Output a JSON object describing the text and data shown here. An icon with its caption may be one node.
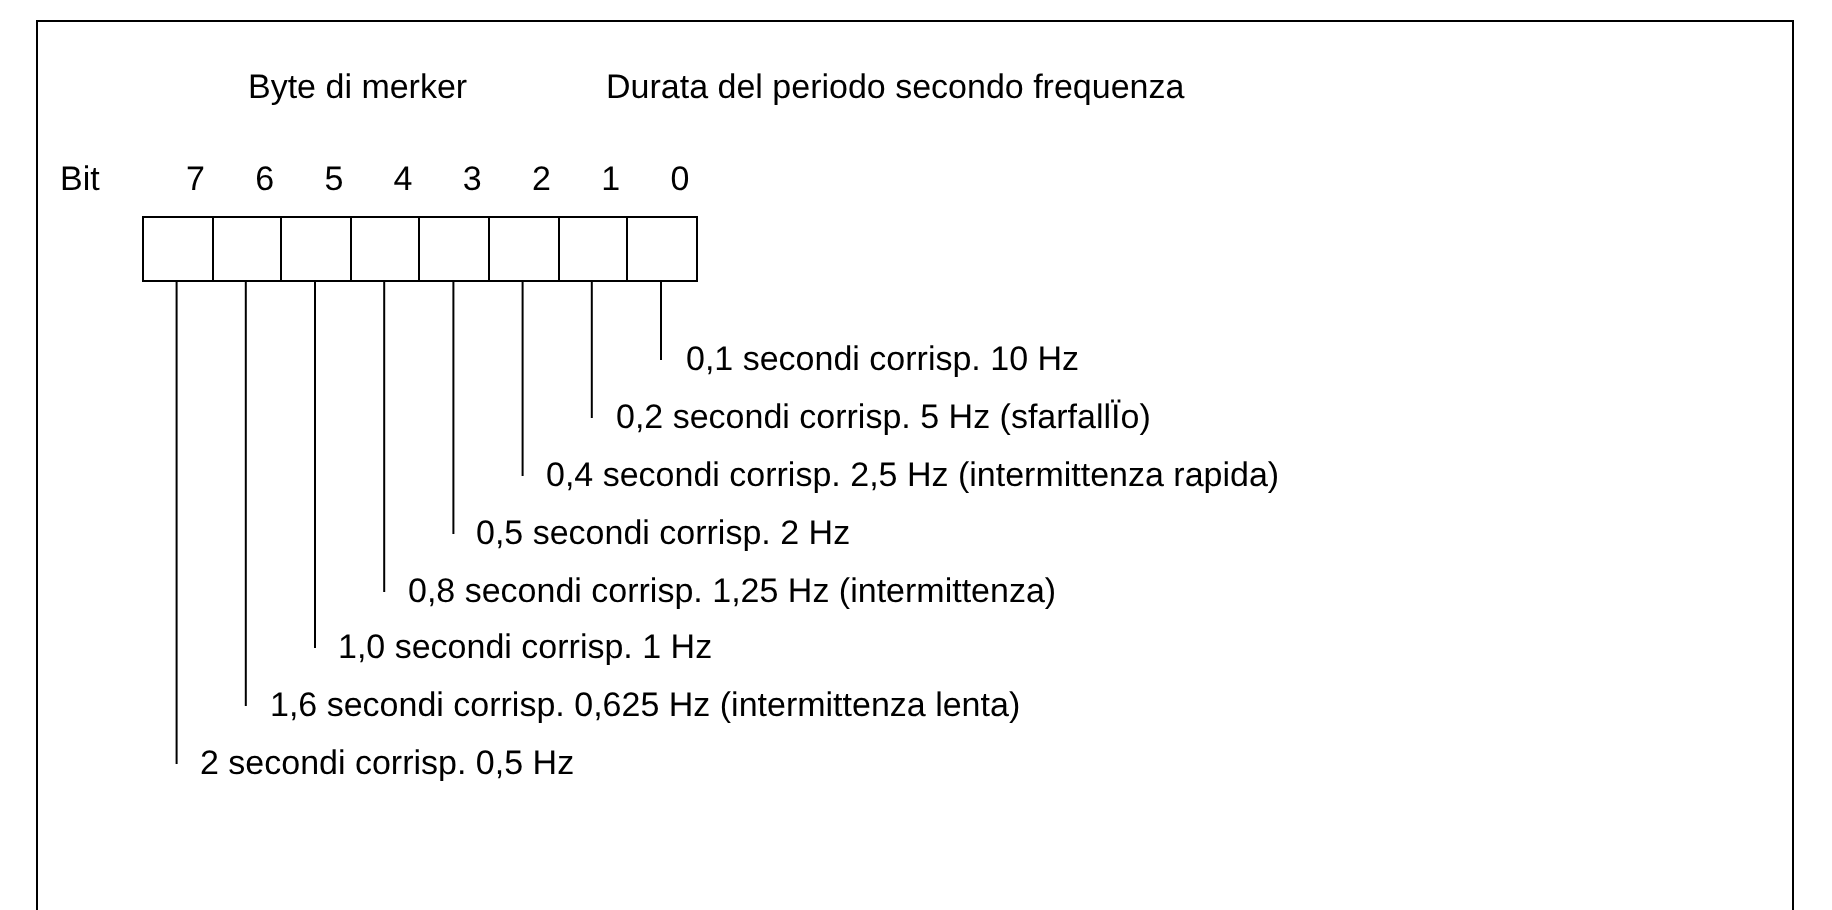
{
  "diagram": {
    "nodes": [
      {
        "text": [],
        "shape": "box"
      },
      {
        "text": [],
        "shape": "box"
      },
      {
        "text": [],
        "shape": "box"
      },
      {
        "text": [],
        "shape": "box"
      },
      {
        "text": [],
        "shape": "box"
      },
      {
        "text": [],
        "shape": "box"
      },
      {
        "text": [],
        "shape": "box"
      },
      {
        "text": [],
        "shape": "box"
      },
      {
        "text": [
          "0,1 secondi corrisp. 10 Hz"
        ]
      },
      {
        "text": [
          "0,2 secondi corrisp. 5 Hz (sfarfallÏo)"
        ]
      },
      {
        "text": [
          "0,4 secondi corrisp. 2,5 Hz (intermittenza rapida)"
        ]
      },
      {
        "text": [
          "0,5 secondi corrisp. 2 Hz"
        ]
      },
      {
        "text": [
          "0,8 secondi corrisp. 1,25 Hz (intermittenza)"
        ]
      },
      {
        "text": [
          "1,0 secondi corrisp. 1 Hz"
        ]
      },
      {
        "text": [
          "1,6 secondi corrisp. 0,625 Hz (intermittenza lenta)"
        ]
      },
      {
        "text": [
          "2 secondi corrisp. 0,5 Hz"
        ]
      }
    ],
    "edges": [
      {
        "from": 8,
        "to": 7,
        "arrow": "none"
      },
      {
        "from": 9,
        "to": 6,
        "arrow": "none"
      },
      {
        "from": 10,
        "to": 5,
        "arrow": "none"
      },
      {
        "from": 11,
        "to": 4,
        "arrow": "none"
      },
      {
        "from": 12,
        "to": 3,
        "arrow": "none"
      },
      {
        "from": 13,
        "to": 2,
        "arrow": "none"
      },
      {
        "from": 14,
        "to": 1,
        "arrow": "none"
      },
      {
        "from": 15,
        "to": 0,
        "arrow": "none"
      }
    ],
    "labels": [
      "Byte di merker",
      "Durata del periodo secondo frequenza",
      "Bit",
      "7",
      "6",
      "5",
      "4",
      "3",
      "2",
      "1",
      "0"
    ]
  }
}
